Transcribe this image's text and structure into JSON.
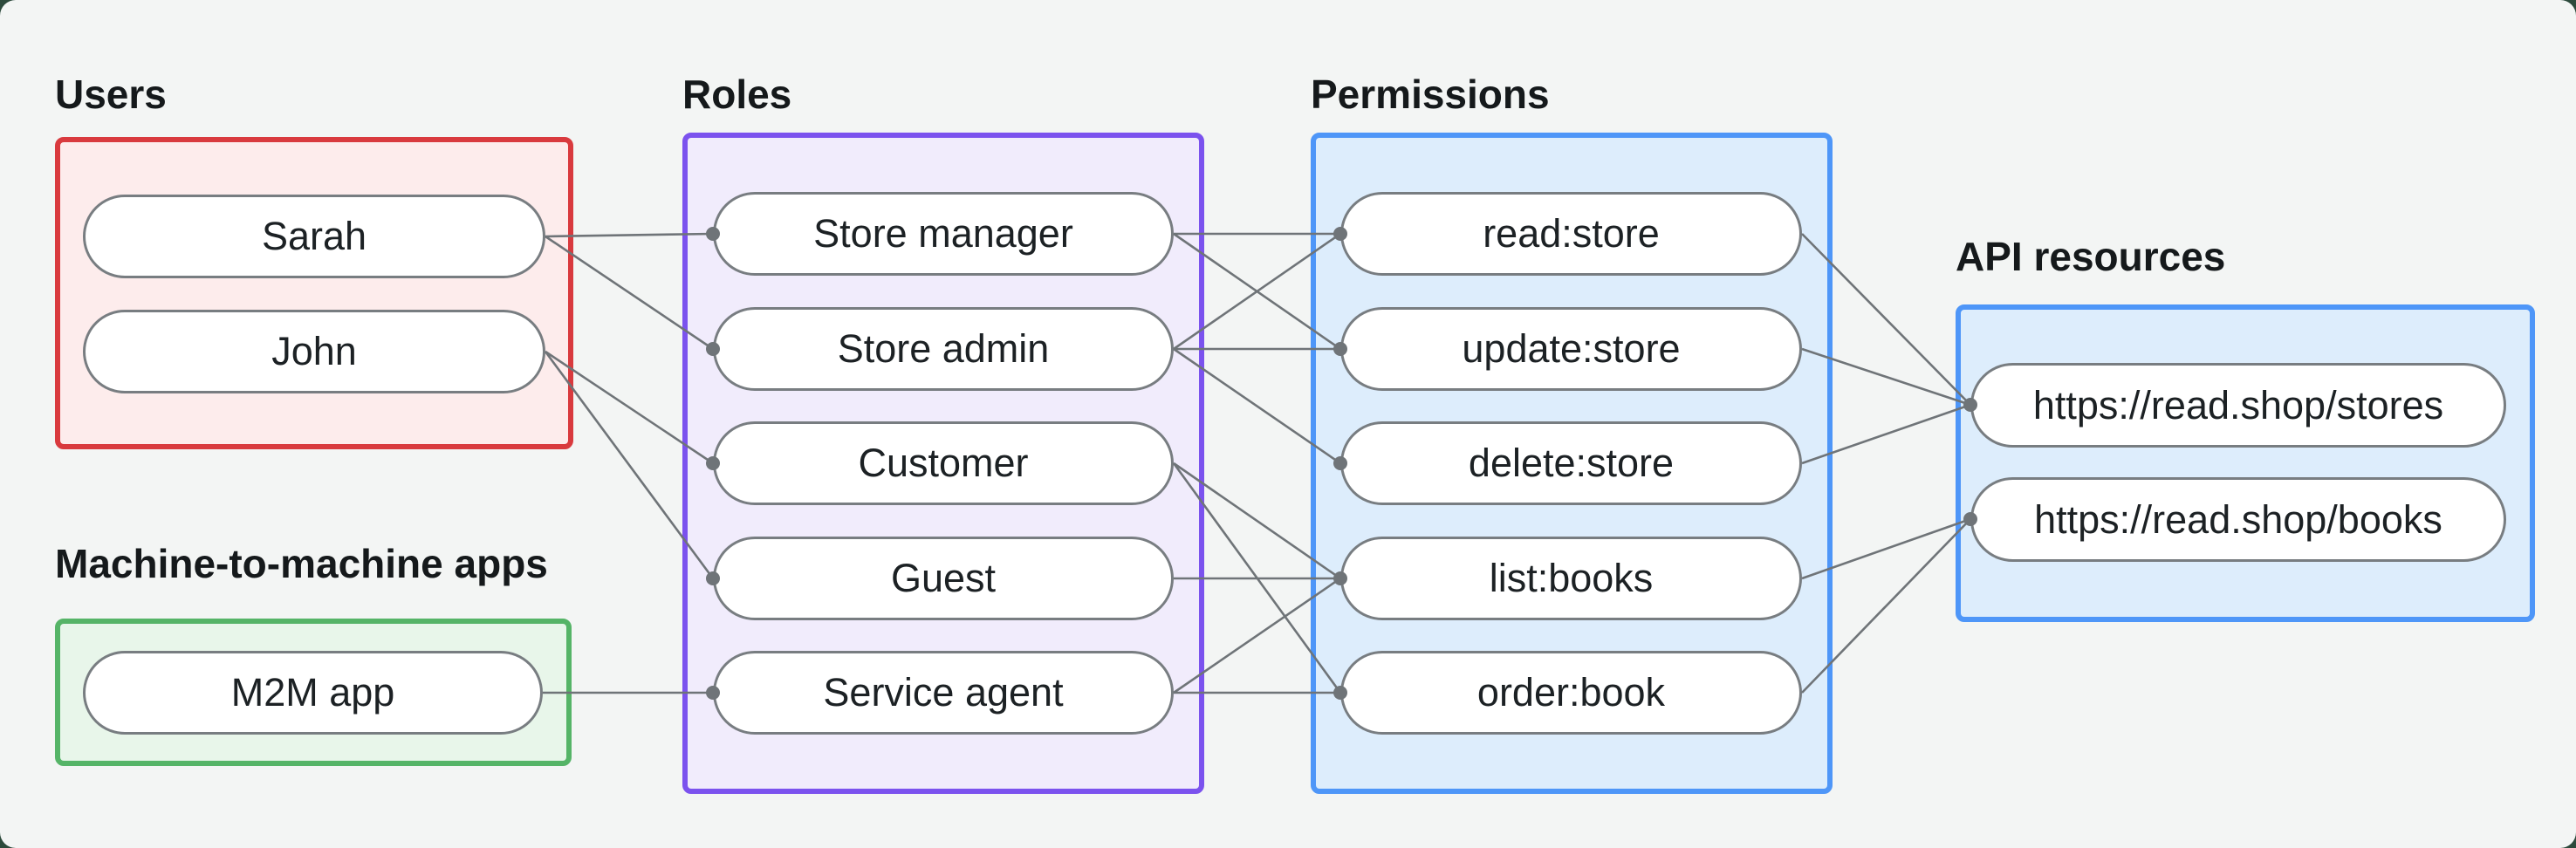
{
  "canvas": {
    "card_bg": "#f3f5f4",
    "outer_bg": "#2d4a3c",
    "edge_color": "#6f7478",
    "pill_border_color": "#787d81",
    "text_color": "#1c2124"
  },
  "groups": {
    "users": {
      "label": "Users",
      "border_color": "#d93a3e",
      "fill_color": "#fdecec",
      "nodes": [
        "Sarah",
        "John"
      ]
    },
    "m2m": {
      "label": "Machine-to-machine apps",
      "border_color": "#55b467",
      "fill_color": "#e8f6ea",
      "nodes": [
        "M2M app"
      ]
    },
    "roles": {
      "label": "Roles",
      "border_color": "#7b52ee",
      "fill_color": "#f1ecfc",
      "nodes": [
        "Store manager",
        "Store admin",
        "Customer",
        "Guest",
        "Service agent"
      ]
    },
    "permissions": {
      "label": "Permissions",
      "border_color": "#4e96f8",
      "fill_color": "#ddedfc",
      "nodes": [
        "read:store",
        "update:store",
        "delete:store",
        "list:books",
        "order:book"
      ]
    },
    "api": {
      "label": "API resources",
      "border_color": "#4e96f8",
      "fill_color": "#ddedfc",
      "nodes": [
        "https://read.shop/stores",
        "https://read.shop/books"
      ]
    }
  },
  "edges": [
    [
      "Sarah",
      "Store manager"
    ],
    [
      "Sarah",
      "Store admin"
    ],
    [
      "John",
      "Customer"
    ],
    [
      "John",
      "Guest"
    ],
    [
      "M2M app",
      "Service agent"
    ],
    [
      "Store manager",
      "read:store"
    ],
    [
      "Store manager",
      "update:store"
    ],
    [
      "Store admin",
      "read:store"
    ],
    [
      "Store admin",
      "update:store"
    ],
    [
      "Store admin",
      "delete:store"
    ],
    [
      "Customer",
      "list:books"
    ],
    [
      "Customer",
      "order:book"
    ],
    [
      "Guest",
      "list:books"
    ],
    [
      "Service agent",
      "list:books"
    ],
    [
      "Service agent",
      "order:book"
    ]
  ]
}
